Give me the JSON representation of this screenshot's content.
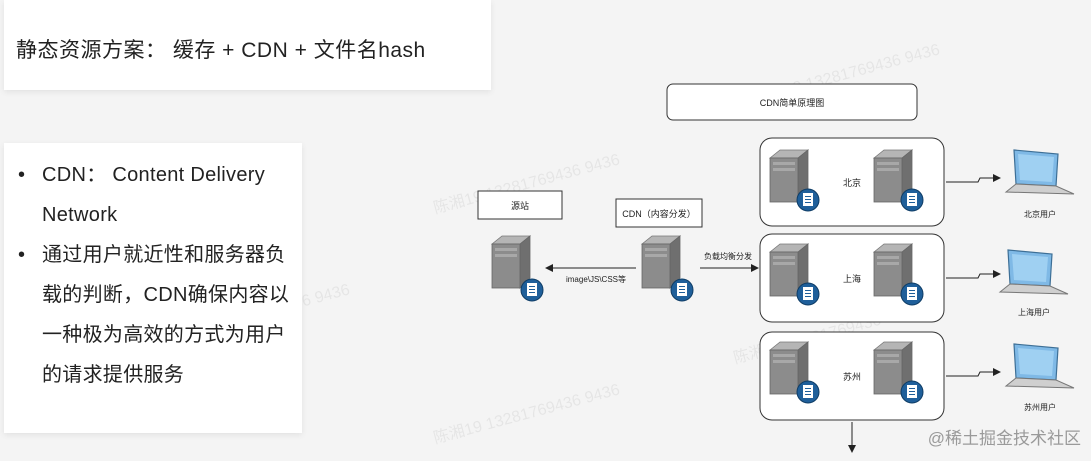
{
  "slide": {
    "heading": "静态资源方案： 缓存 + CDN + 文件名hash",
    "bullets": [
      {
        "text": "CDN： Content Delivery Network"
      },
      {
        "text": "通过用户就近性和服务器负载的判断，CDN确保内容以一种极为高效的方式为用户的请求提供服务"
      }
    ]
  },
  "diagram": {
    "title": "CDN简单原理图",
    "origin_label": "源站",
    "cdn_label": "CDN（内容分发）",
    "edge_label_static": "image\\JS\\CSS等",
    "edge_label_balance": "负载均衡分发",
    "regions": [
      {
        "name": "北京",
        "user_label": "北京用户"
      },
      {
        "name": "上海",
        "user_label": "上海用户"
      },
      {
        "name": "苏州",
        "user_label": "苏州用户"
      }
    ]
  },
  "watermark": "陈湘19 13281769436 9436",
  "footer": {
    "brand": "@稀土掘金技术社区"
  },
  "colors": {
    "server_body": "#8a8a8a",
    "badge": "#1f5f9a",
    "monitor": "#6aa8d8"
  }
}
